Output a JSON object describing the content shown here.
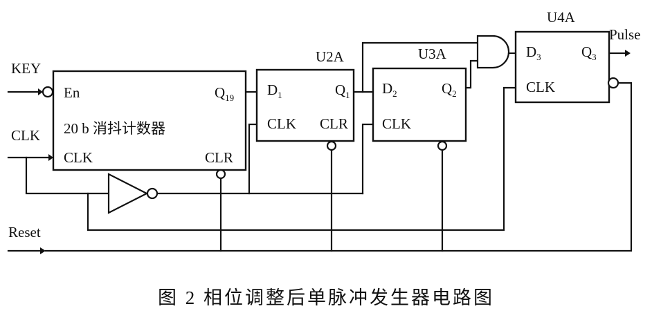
{
  "signals": {
    "key": "KEY",
    "clk": "CLK",
    "reset": "Reset",
    "pulse": "Pulse"
  },
  "counter": {
    "en": "En",
    "q_main": "Q",
    "q_sub": "19",
    "name": "20 b 消抖计数器",
    "clk": "CLK",
    "clr": "CLR"
  },
  "u2a": {
    "title": "U2A",
    "d_main": "D",
    "d_sub": "1",
    "q_main": "Q",
    "q_sub": "1",
    "clk": "CLK",
    "clr": "CLR"
  },
  "u3a": {
    "title": "U3A",
    "d_main": "D",
    "d_sub": "2",
    "q_main": "Q",
    "q_sub": "2",
    "clk": "CLK"
  },
  "u4a": {
    "title": "U4A",
    "d_main": "D",
    "d_sub": "3",
    "q_main": "Q",
    "q_sub": "3",
    "clk": "CLK"
  },
  "caption": "图 2   相位调整后单脉冲发生器电路图"
}
